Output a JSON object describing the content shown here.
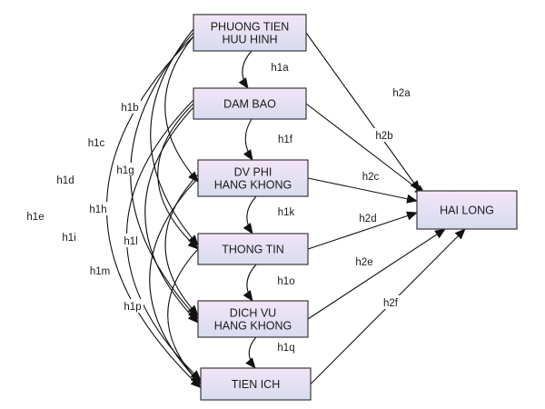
{
  "colors": {
    "node_fill_top": "#f4e4f7",
    "node_fill_bottom": "#d7dcef",
    "node_border": "#3a3a3a",
    "line": "#111111"
  },
  "nodes": [
    {
      "id": "phuong-tien",
      "lines": [
        "PHUONG TIEN",
        "HUU HINH"
      ]
    },
    {
      "id": "dam-bao",
      "lines": [
        "DAM BAO"
      ]
    },
    {
      "id": "dv-phi",
      "lines": [
        "DV PHI",
        "HANG KHONG"
      ]
    },
    {
      "id": "thong-tin",
      "lines": [
        "THONG TIN"
      ]
    },
    {
      "id": "dich-vu",
      "lines": [
        "DICH VU",
        "HANG KHONG"
      ]
    },
    {
      "id": "tien-ich",
      "lines": [
        "TIEN ICH"
      ]
    },
    {
      "id": "hai-long",
      "lines": [
        "HAI LONG"
      ]
    }
  ],
  "covariances": [
    {
      "label": "h1a",
      "from": "phuong-tien",
      "to": "dam-bao"
    },
    {
      "label": "h1b",
      "from": "phuong-tien",
      "to": "dv-phi"
    },
    {
      "label": "h1c",
      "from": "phuong-tien",
      "to": "thong-tin"
    },
    {
      "label": "h1d",
      "from": "phuong-tien",
      "to": "dich-vu"
    },
    {
      "label": "h1e",
      "from": "phuong-tien",
      "to": "tien-ich"
    },
    {
      "label": "h1f",
      "from": "dam-bao",
      "to": "dv-phi"
    },
    {
      "label": "h1g",
      "from": "dam-bao",
      "to": "thong-tin"
    },
    {
      "label": "h1h",
      "from": "dam-bao",
      "to": "dich-vu"
    },
    {
      "label": "h1i",
      "from": "dam-bao",
      "to": "tien-ich"
    },
    {
      "label": "h1k",
      "from": "dv-phi",
      "to": "thong-tin"
    },
    {
      "label": "h1l",
      "from": "dv-phi",
      "to": "dich-vu"
    },
    {
      "label": "h1m",
      "from": "dv-phi",
      "to": "tien-ich"
    },
    {
      "label": "h1o",
      "from": "thong-tin",
      "to": "dich-vu"
    },
    {
      "label": "h1p",
      "from": "thong-tin",
      "to": "tien-ich"
    },
    {
      "label": "h1q",
      "from": "dich-vu",
      "to": "tien-ich"
    }
  ],
  "paths": [
    {
      "label": "h2a",
      "from": "phuong-tien",
      "to": "hai-long"
    },
    {
      "label": "h2b",
      "from": "dam-bao",
      "to": "hai-long"
    },
    {
      "label": "h2c",
      "from": "dv-phi",
      "to": "hai-long"
    },
    {
      "label": "h2d",
      "from": "thong-tin",
      "to": "hai-long"
    },
    {
      "label": "h2e",
      "from": "dich-vu",
      "to": "hai-long"
    },
    {
      "label": "h2f",
      "from": "tien-ich",
      "to": "hai-long"
    }
  ]
}
